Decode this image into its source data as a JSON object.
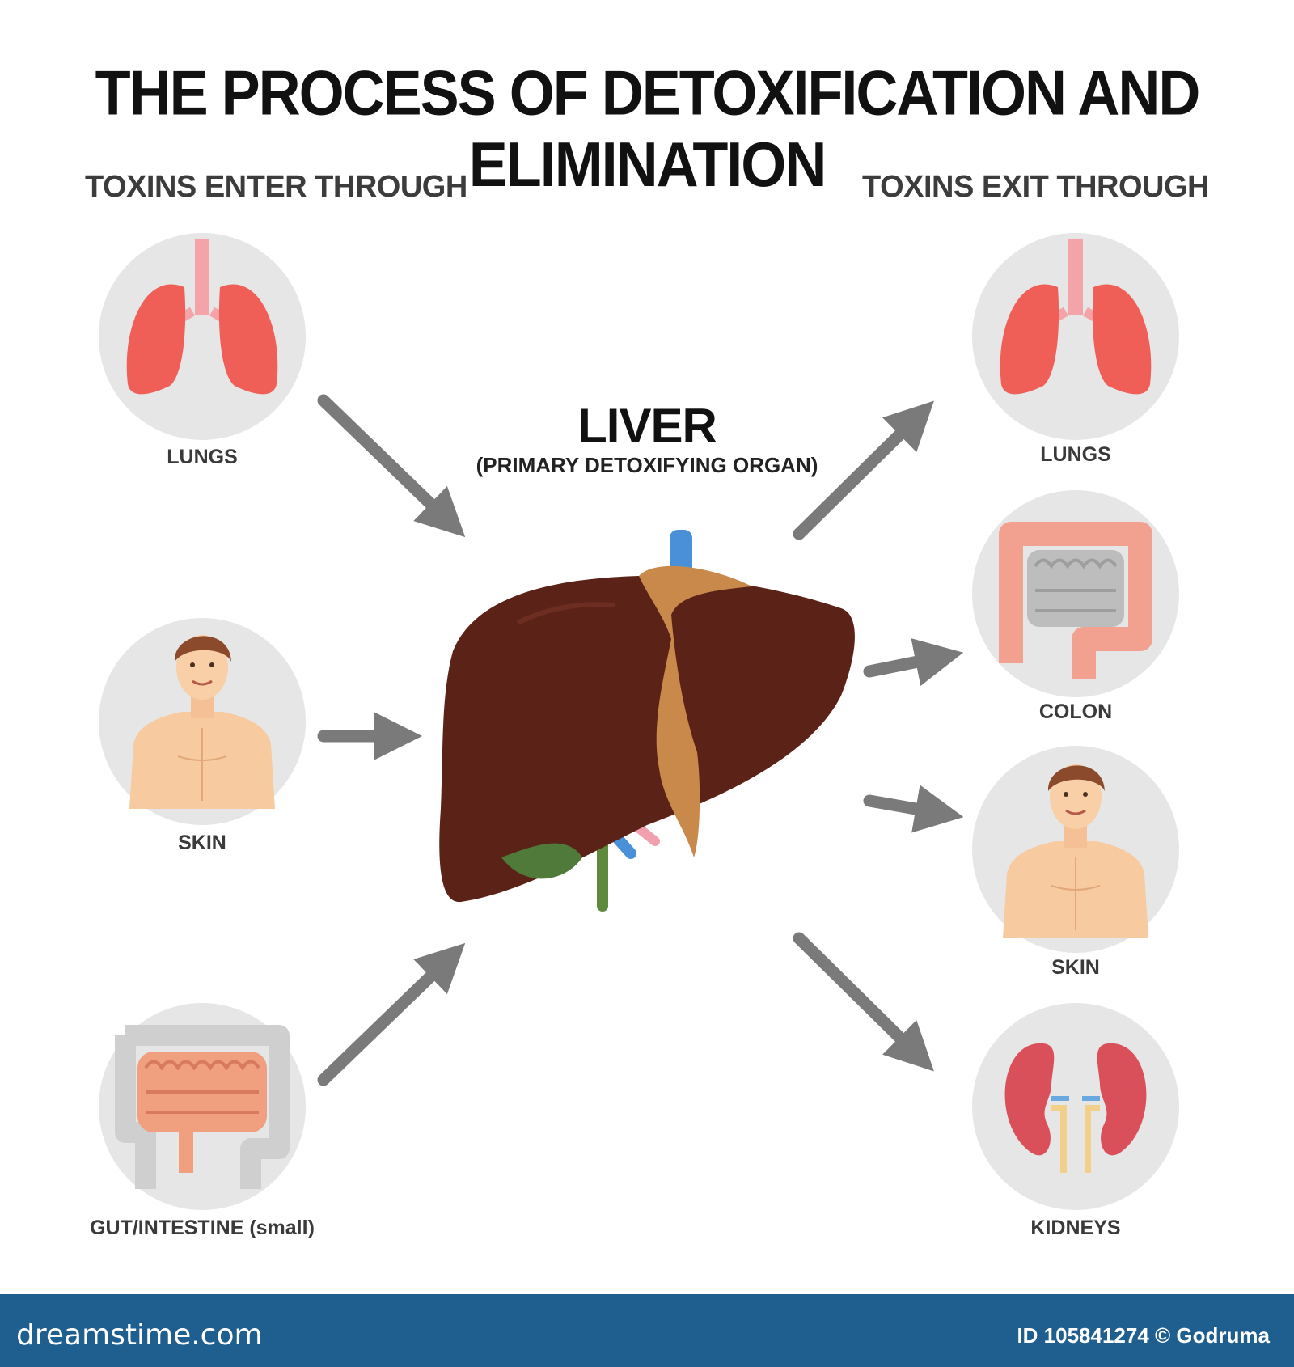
{
  "title": "THE PROCESS OF DETOXIFICATION AND ELIMINATION",
  "enter_heading": "TOXINS ENTER THROUGH",
  "exit_heading": "TOXINS EXIT THROUGH",
  "center": {
    "title": "LIVER",
    "subtitle": "(PRIMARY DETOXIFYING ORGAN)"
  },
  "inputs": [
    {
      "label": "LUNGS",
      "icon": "lungs-icon"
    },
    {
      "label": "SKIN",
      "icon": "torso-icon"
    },
    {
      "label": "GUT/INTESTINE (small)",
      "icon": "intestine-icon"
    }
  ],
  "outputs": [
    {
      "label": "LUNGS",
      "icon": "lungs-icon"
    },
    {
      "label": "COLON",
      "icon": "colon-icon"
    },
    {
      "label": "SKIN",
      "icon": "torso-icon"
    },
    {
      "label": "KIDNEYS",
      "icon": "kidneys-icon"
    }
  ],
  "footer": {
    "site": "dreamstime.com",
    "credit": "ID 105841274 © Godruma"
  },
  "colors": {
    "arrow": "#7a7a7a",
    "circle": "#e6e6e6",
    "liver": "#5b2318",
    "footer": "#1e5f8f",
    "lung": "#ef5e57"
  }
}
